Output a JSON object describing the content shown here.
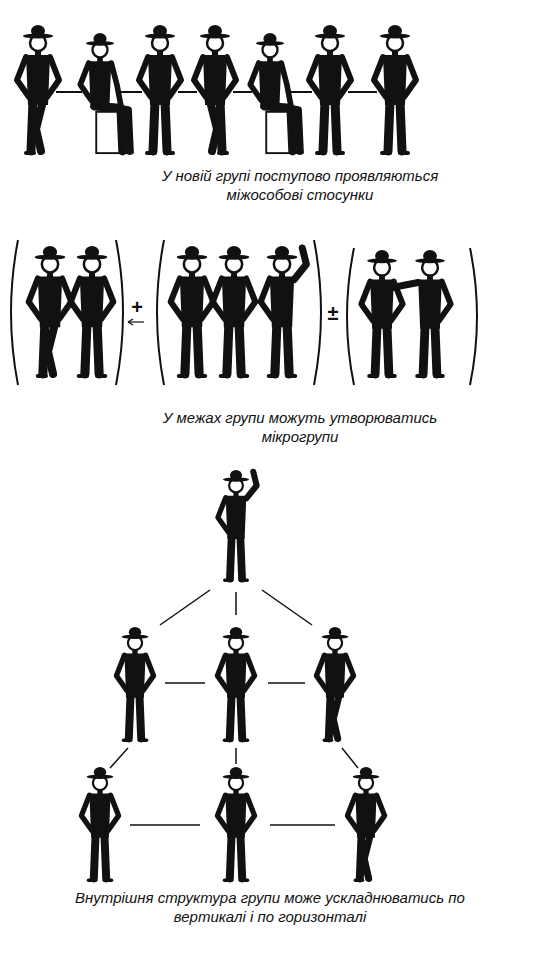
{
  "diagram": {
    "labels": [
      "У новій групі поступово проявляються міжособові стосунки",
      "+",
      "±",
      "У межах групи можуть утворюватись мікрогрупи",
      "Внутрішня структура групи може ускладнюватись по вертикалі і по горизонталі"
    ]
  }
}
